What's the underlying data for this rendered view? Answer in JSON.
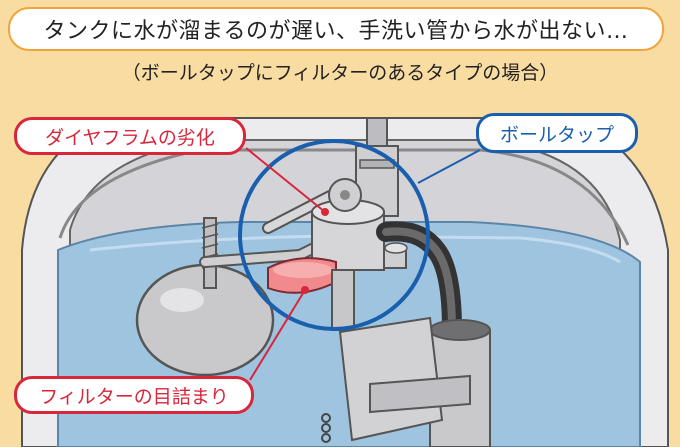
{
  "title": "タンクに水が溜まるのが遅い、手洗い管から水が出ない…",
  "subtitle": "（ボールタップにフィルターのあるタイプの場合）",
  "labels": {
    "diaphragm": "ダイヤフラムの劣化",
    "ball_tap": "ボールタップ",
    "filter": "フィルターの目詰まり"
  },
  "colors": {
    "background": "#f9dca2",
    "title_border": "#f0a43c",
    "callout_red": "#d8263b",
    "callout_blue": "#1a5fae",
    "water": "#9fc4e0",
    "diaphragm": "#f08a8c"
  }
}
